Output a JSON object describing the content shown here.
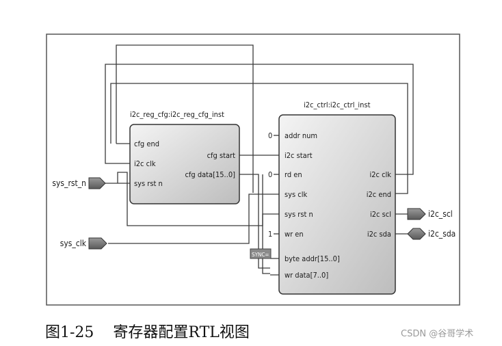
{
  "diagram": {
    "reg_block": {
      "title": "i2c_reg_cfg:i2c_reg_cfg_inst",
      "inputs": [
        "cfg end",
        "i2c clk",
        "sys rst n"
      ],
      "outputs": [
        "cfg start",
        "cfg data[15..0]"
      ]
    },
    "ctrl_block": {
      "title": "i2c_ctrl:i2c_ctrl_inst",
      "inputs": [
        "addr num",
        "i2c start",
        "rd en",
        "sys clk",
        "sys rst n",
        "wr en",
        "byte addr[15..0]",
        "wr data[7..0]"
      ],
      "outputs": [
        "i2c clk",
        "i2c end",
        "i2c scl",
        "i2c sda"
      ],
      "constants": {
        "addr_num": "0",
        "rd_en": "0",
        "wr_en": "1"
      },
      "sync_label": "SYNC="
    },
    "ports": {
      "sys_rst_n": "sys_rst_n",
      "sys_clk": "sys_clk",
      "i2c_scl": "i2c_scl",
      "i2c_sda": "i2c_sda"
    }
  },
  "caption": "图1-25    寄存器配置RTL视图",
  "watermark": "CSDN @谷哥学术"
}
